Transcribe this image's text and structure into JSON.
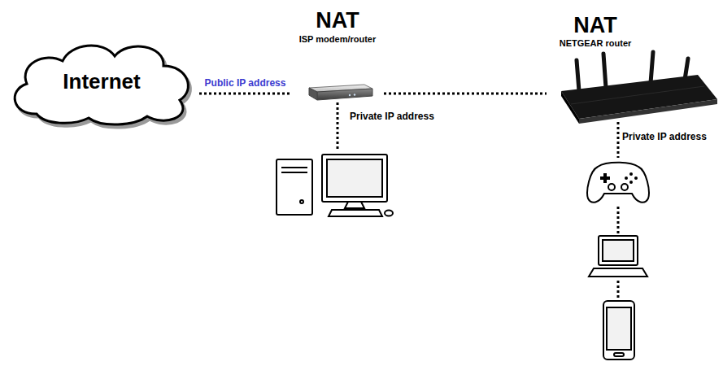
{
  "diagram": {
    "nodes": [
      {
        "text": [
          "Internet"
        ]
      },
      {
        "text": [
          "NAT",
          "ISP modem/router"
        ]
      },
      {
        "text": [
          "NAT",
          "NETGEAR router"
        ]
      }
    ],
    "edges": [
      {
        "from": 0,
        "to": 1,
        "arrow": "none",
        "label": "Public IP address"
      },
      {
        "from": 1,
        "to": 2,
        "arrow": "none"
      }
    ],
    "labels": [
      "Private IP address",
      "Private IP address"
    ]
  }
}
